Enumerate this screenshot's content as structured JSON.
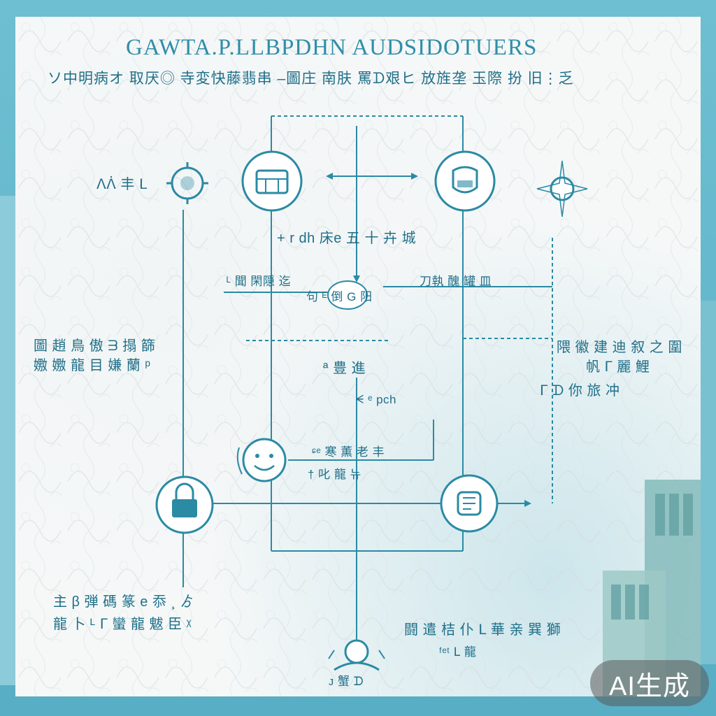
{
  "title": "GAWTA.P.LLBPDHN AUDSIDOTUERS",
  "subtitle": "ソ中明病オ 取厌◎ 寺変快藤翡串 ‒圖庄 南肤 罵ᗪ艰ヒ 放旌垄 玉際 扮 旧⋮乏",
  "labels": {
    "top_left": "ᐱᐲ 丰 ᒪ",
    "mid_row": "+ r dh 床e 五 ⼗ 卉 城",
    "left_branch": "ᴸ 聞 閑隠 迄",
    "right_branch": "刀執 醜 罐 皿",
    "center_node": "句 ᴱ 倒 G 阳",
    "left_block": [
      "圖 趙 鳥 傲 ᗱ 搨 篩",
      "嫐 嫐 龍 目 嫌 蘭 ᵖ"
    ],
    "right_block": [
      "隈 徽 建 迪 叙 之 圍",
      "帆 ᒥ 麗 鯉",
      "ᒥ ᗪ 你 旅 冲"
    ],
    "center_cap": "ª 豊 進",
    "path_label": "ᗕ ᵉ pch",
    "face_cap": "ᶝᵉ 寒 薫 老 丰",
    "face_sub": "† 叱 龍 뉴",
    "bottom_left": [
      "主 β 弾 碼 篆 e 忝 ¸ ゟ",
      "龍 卜 ᴸ ᒥ 蠻 龍 魃 臣 ᵡ"
    ],
    "bottom_right": [
      "闘 遣 桔 仆 ᒪ 華 亲 巽 獅",
      "ᶠᵉᵗ ᒪ 龍"
    ],
    "bottom_cap": "ᴊ 蟹 ᗪ"
  },
  "watermark": "AI生成",
  "colors": {
    "frame": "#5fb3c7",
    "card": "#f6f8f8",
    "line": "#2b8aa4",
    "text": "#1f6f88",
    "title": "#2f8ea8"
  },
  "icons": {
    "top_center": "box-icon",
    "top_right": "shield-badge-icon",
    "left_mid": "padlock-icon",
    "center_face": "smiley-face-icon",
    "right_mid": "document-stack-icon",
    "right_star": "star-node-icon",
    "top_left": "gear-sun-icon",
    "bottom": "person-icon"
  }
}
